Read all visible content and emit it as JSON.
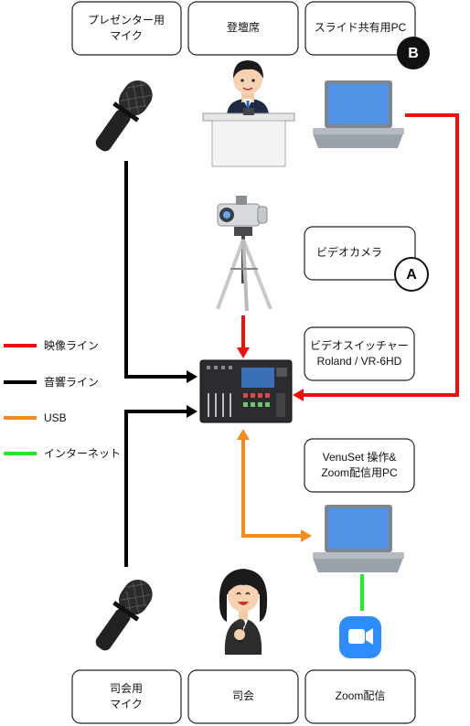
{
  "boxes": {
    "presenter_mic": [
      "プレゼンター用",
      "マイク"
    ],
    "podium": [
      "登壇席"
    ],
    "slide_pc": [
      "スライド共有用PC"
    ],
    "video_camera": [
      "ビデオカメラ"
    ],
    "video_switcher": [
      "ビデオスイッチャー",
      "Roland / VR-6HD"
    ],
    "venuset_pc": [
      "VenuSet 操作&",
      "Zoom配信用PC"
    ],
    "mc_mic": [
      "司会用",
      "マイク"
    ],
    "mc": [
      "司会"
    ],
    "zoom_stream": [
      "Zoom配信"
    ]
  },
  "badges": {
    "a": "A",
    "b": "B"
  },
  "legend": [
    {
      "label": "映像ライン",
      "color": "#ee1111"
    },
    {
      "label": "音響ライン",
      "color": "#000000"
    },
    {
      "label": "USB",
      "color": "#f58a1f"
    },
    {
      "label": "インターネット",
      "color": "#22ee22"
    }
  ],
  "colors": {
    "video": "#ee1111",
    "audio": "#000000",
    "usb": "#f58a1f",
    "internet": "#22ee22",
    "zoom_blue": "#2d8cff",
    "box_border": "#222222"
  }
}
